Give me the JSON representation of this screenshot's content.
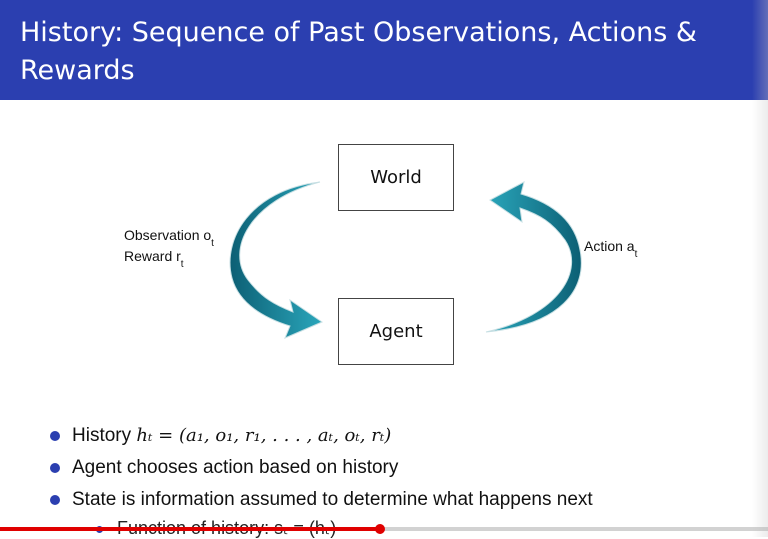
{
  "slide": {
    "title": "History: Sequence of Past Observations, Actions & Rewards"
  },
  "diagram": {
    "world_label": "World",
    "agent_label": "Agent",
    "observation_label": "Observation o",
    "observation_sub": "t",
    "reward_label": "Reward r",
    "reward_sub": "t",
    "action_label": "Action a",
    "action_sub": "t",
    "arrow_color": "#1d93a8"
  },
  "bullets": [
    {
      "text": "History ",
      "math": "hₜ = (a₁, o₁, r₁, . . . , aₜ, oₜ, rₜ)"
    },
    {
      "text": "Agent chooses action based on history"
    },
    {
      "text": "State is information assumed to determine what happens next"
    }
  ],
  "sub_bullet": {
    "text": "Function of history: sₜ = (hₜ)"
  },
  "video": {
    "progress_percent": 49.5,
    "progress_color": "#e00000"
  }
}
